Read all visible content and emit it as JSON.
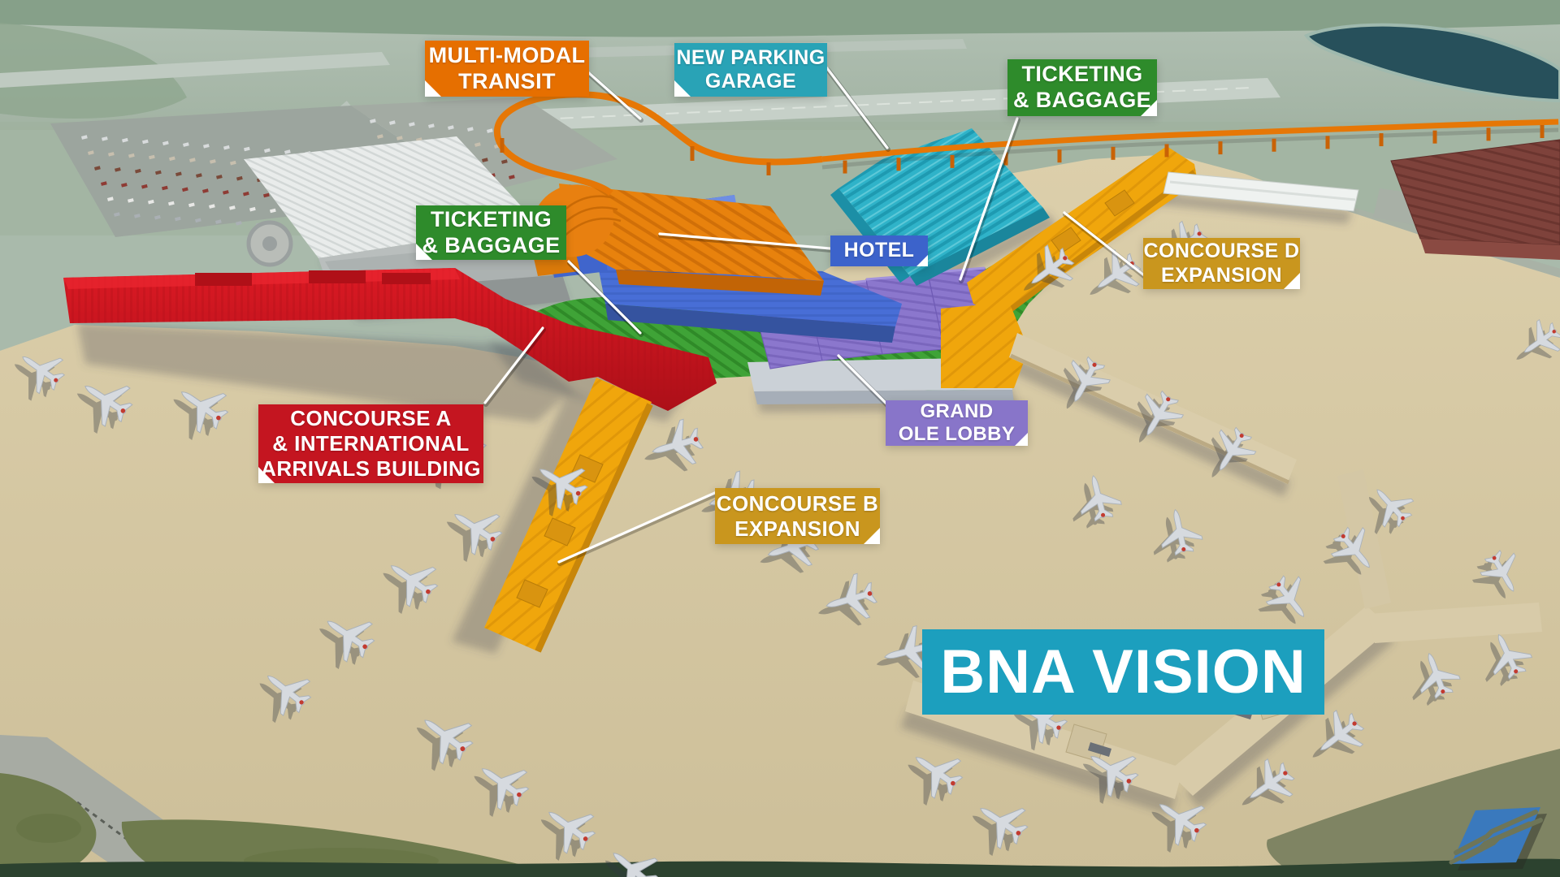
{
  "callouts": {
    "multi_modal": {
      "text": "MULTI-MODAL\nTRANSIT",
      "color": "#E66F00"
    },
    "new_parking_garage": {
      "text": "NEW PARKING\nGARAGE",
      "color": "#29A3B6"
    },
    "ticketing_baggage_top": {
      "text": "TICKETING\n& BAGGAGE",
      "color": "#2E8B2B"
    },
    "ticketing_baggage_left": {
      "text": "TICKETING\n& BAGGAGE",
      "color": "#2E8B2B"
    },
    "hotel": {
      "text": "HOTEL",
      "color": "#3C63CB"
    },
    "concourse_d_expansion": {
      "text": "CONCOURSE D\nEXPANSION",
      "color": "#C9961E"
    },
    "concourse_a_international": {
      "text": "CONCOURSE A\n& INTERNATIONAL\nARRIVALS BUILDING",
      "color": "#C41520"
    },
    "grand_ole_lobby": {
      "text": "GRAND\nOLE LOBBY",
      "color": "#8875C9"
    },
    "concourse_b_expansion": {
      "text": "CONCOURSE B\nEXPANSION",
      "color": "#C9961E"
    }
  },
  "banner": {
    "text": "BNA VISION",
    "color": "#1C9FBE"
  },
  "logo": {
    "color": "#3A79BD"
  }
}
